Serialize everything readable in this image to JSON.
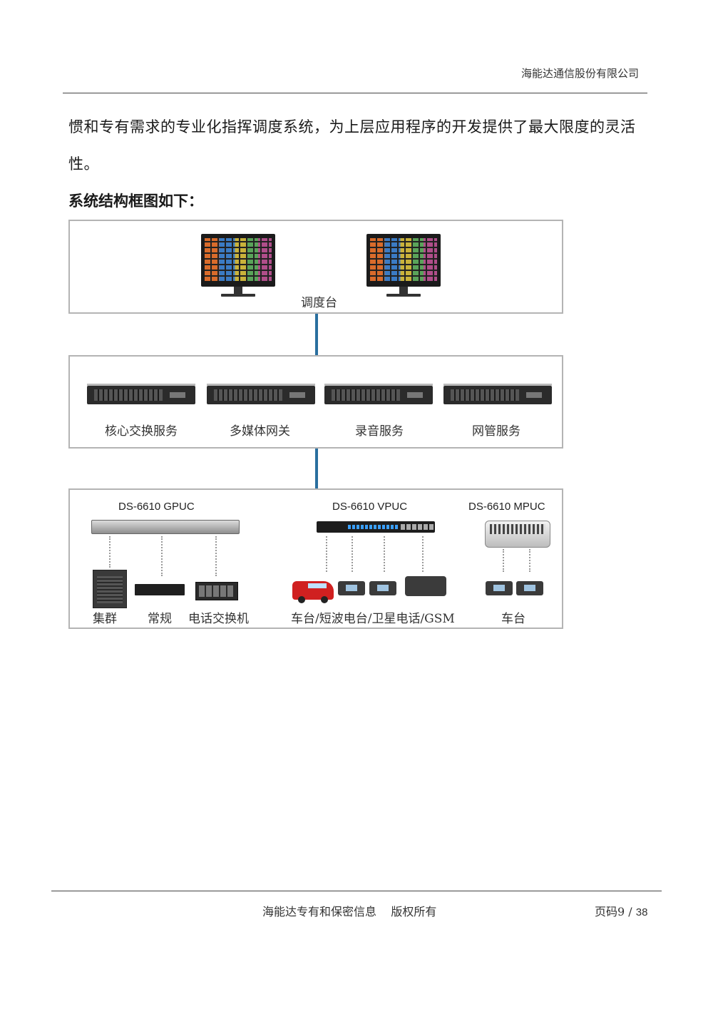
{
  "header": {
    "company": "海能达通信股份有限公司"
  },
  "body": {
    "paragraph": "惯和专有需求的专业化指挥调度系统，为上层应用程序的开发提供了最大限度的灵活性。",
    "heading": "系统结构框图如下："
  },
  "diagram": {
    "console_label": "调度台",
    "servers": [
      "核心交换服务",
      "多媒体网关",
      "录音服务",
      "网管服务"
    ],
    "models": [
      "DS-6610 GPUC",
      "DS-6610 VPUC",
      "DS-6610 MPUC"
    ],
    "bottom_labels": [
      "集群",
      "常规",
      "电话交换机",
      "车台/短波电台/卫星电话/GSM",
      "车台"
    ]
  },
  "footer": {
    "text": "海能达专有和保密信息    版权所有",
    "page_prefix": "页码9",
    "page_sep": " / ",
    "page_total": "38"
  }
}
